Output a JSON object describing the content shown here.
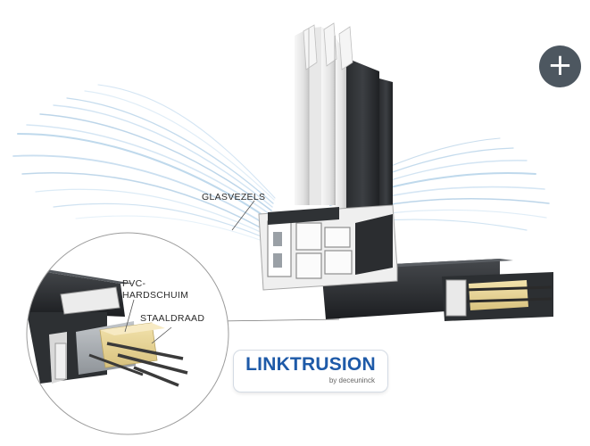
{
  "labels": {
    "glass_fibers": "GLASVEZELS",
    "pvc_foam_line1": "PVC-",
    "pvc_foam_line2": "HARDSCHUIM",
    "steel_wire": "STAALDRAAD"
  },
  "logo": {
    "word": "LINKTRUSION",
    "sub": "by deceuninck",
    "color": "#1e5aa8"
  },
  "controls": {
    "expand_icon": "plus-icon"
  }
}
